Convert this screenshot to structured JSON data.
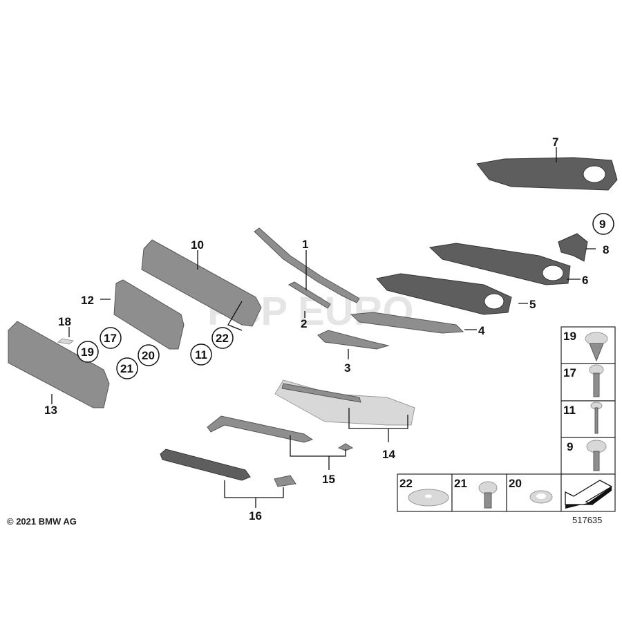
{
  "diagram": {
    "copyright": "© 2021 BMW AG",
    "diagram_number": "517635",
    "watermark": "FCP EURO",
    "callouts": [
      "1",
      "2",
      "3",
      "4",
      "5",
      "6",
      "7",
      "8",
      "9",
      "10",
      "11",
      "12",
      "13",
      "14",
      "15",
      "16",
      "17",
      "18",
      "19",
      "20",
      "21",
      "22"
    ],
    "circled_callouts": [
      "9",
      "17",
      "19",
      "22",
      "20",
      "21",
      "11"
    ],
    "fastener_table": {
      "column": [
        "19",
        "17",
        "11",
        "9"
      ],
      "row": [
        "22",
        "21",
        "20"
      ]
    }
  }
}
